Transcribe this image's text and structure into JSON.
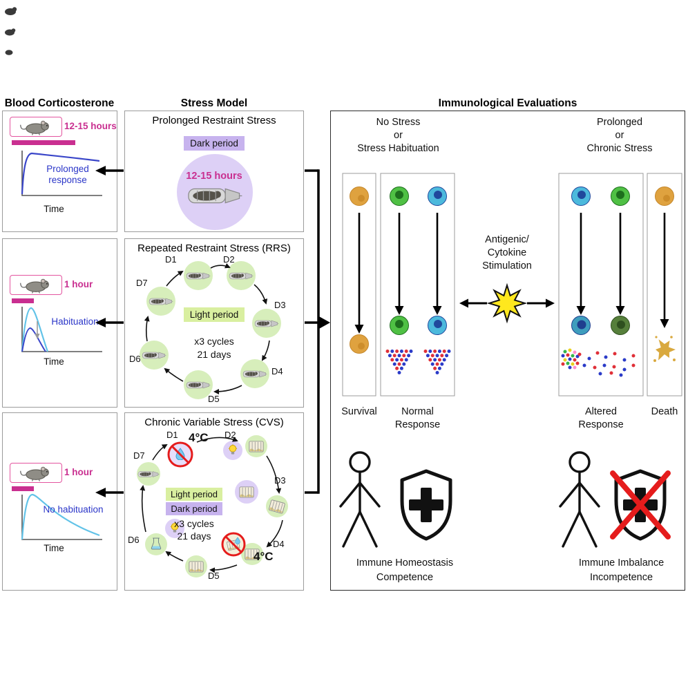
{
  "colors": {
    "magenta": "#c92f90",
    "blue_text": "#2a35c8",
    "curve_blue": "#3a46c9",
    "curve_cyan": "#62c3e8",
    "dark_period_bg": "#c7b3ee",
    "dark_period_circle": "#ddd0f6",
    "light_period_bg": "#d9efa0",
    "day_circle_green": "#d7eebb",
    "cell_orange": "#dfa23f",
    "cell_orange_dark": "#c4862a",
    "cell_green": "#4fc044",
    "cell_green_dark": "#1d6e1d",
    "cell_blue": "#4cb9dc",
    "cell_blue_dark": "#20489c",
    "cell_teal": "#3e9dbd",
    "cell_teal_dark": "#1f3e8e",
    "cell_olive": "#567f3b",
    "cell_olive_dark": "#2f4f1f",
    "dot_red": "#e03038",
    "dot_blue": "#2b3bc8",
    "star_yellow": "#ffe81e",
    "cross_red": "#e51c1c",
    "splat_gold": "#d9a93f"
  },
  "titles": {
    "blood": "Blood Corticosterone",
    "stress": "Stress Model",
    "immuno": "Immunological Evaluations"
  },
  "cort": {
    "prolonged": {
      "duration": "12-15 hours",
      "label": "Prolonged response",
      "time": "Time"
    },
    "habituation": {
      "duration": "1 hour",
      "label": "Habituation",
      "time": "Time"
    },
    "no_habituation": {
      "duration": "1 hour",
      "label": "No habituation",
      "time": "Time"
    }
  },
  "stress": {
    "prs": {
      "title": "Prolonged Restraint Stress",
      "badge": "Dark period",
      "duration": "12-15 hours"
    },
    "rrs": {
      "title": "Repeated Restraint Stress (RRS)",
      "badge": "Light period",
      "cycles": "x3 cycles",
      "days": "21 days",
      "day_labels": [
        "D1",
        "D2",
        "D3",
        "D4",
        "D5",
        "D6",
        "D7"
      ]
    },
    "cvs": {
      "title": "Chronic Variable Stress (CVS)",
      "badge_light": "Light period",
      "badge_dark": "Dark period",
      "cycles": "x3 cycles",
      "days": "21 days",
      "temp": "4°C",
      "day_labels": [
        "D1",
        "D2",
        "D3",
        "D4",
        "D5",
        "D6",
        "D7"
      ]
    }
  },
  "immuno": {
    "header_left": [
      "No Stress",
      "or",
      "Stress Habituation"
    ],
    "header_right": [
      "Prolonged",
      "or",
      "Chronic Stress"
    ],
    "stimulation": [
      "Antigenic/",
      "Cytokine",
      "Stimulation"
    ],
    "labels": {
      "survival": "Survival",
      "normal1": "Normal",
      "normal2": "Response",
      "altered1": "Altered",
      "altered2": "Response",
      "death": "Death"
    },
    "outcome_left": [
      "Immune Homeostasis",
      "Competence"
    ],
    "outcome_right": [
      "Immune Imbalance",
      "Incompetence"
    ]
  }
}
